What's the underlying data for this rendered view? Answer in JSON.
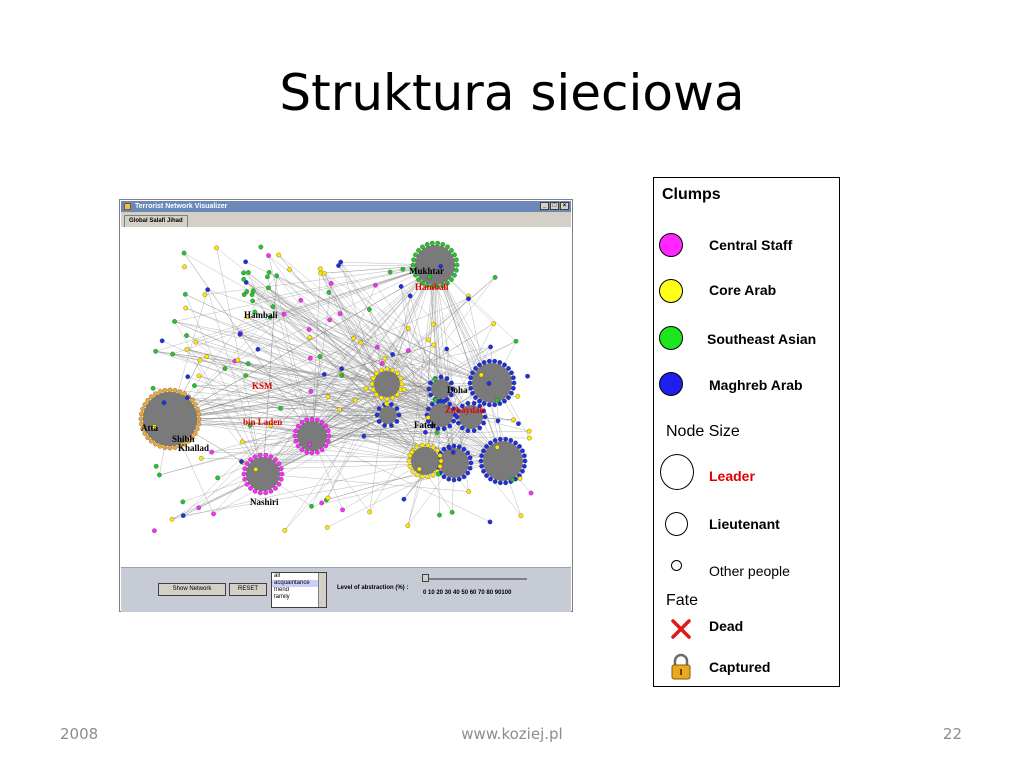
{
  "slide": {
    "title": "Struktura sieciowa",
    "footer_left": "2008",
    "footer_center": "www.koziej.pl",
    "footer_right": "22"
  },
  "window": {
    "title": "Terrorist Network Visualizer",
    "buttons": [
      "_",
      "□",
      "×"
    ],
    "tab": "Global Salafi Jihad",
    "controls": {
      "show_network": "Show Network",
      "reset": "RESET",
      "relationship_options": [
        "all",
        "acquaintance",
        "friend",
        "family"
      ],
      "abstraction_label": "Level of abstraction (%) :",
      "abstraction_ticks": "0  10 20 30 40 50 60 70 80 90100",
      "abstraction_level_percent": 0
    },
    "network_labels": {
      "mukhtar": "Mukhtar",
      "hambali_top": "Hambali",
      "hambali": "Hambali",
      "ksm": "KSM",
      "bin_laden": "bin Laden",
      "atta": "Atta",
      "shibh": "Shibh",
      "khallad": "Khallad",
      "nashiri": "Nashiri",
      "doha": "Doha",
      "zubaydah": "Zubaydah",
      "fateh": "Fateh"
    },
    "colors": {
      "leader_label": "#e00000",
      "edge": "#8a8a8a",
      "hub": "#7a7a7a",
      "central_staff": "#ff2aff",
      "core_arab": "#ffe800",
      "southeast_asian": "#22c52a",
      "maghreb_arab": "#1d2fe0"
    }
  },
  "legend": {
    "clumps_title": "Clumps",
    "clumps": [
      {
        "label": "Central Staff",
        "color": "#ff26ff"
      },
      {
        "label": "Core Arab",
        "color": "#ffff1a"
      },
      {
        "label": "Southeast Asian",
        "color": "#1ee61e"
      },
      {
        "label": "Maghreb Arab",
        "color": "#1e1ef0"
      }
    ],
    "node_size_title": "Node Size",
    "node_sizes": [
      {
        "label": "Leader",
        "color": "#e00000"
      },
      {
        "label": "Lieutenant",
        "color": "#000000"
      },
      {
        "label": "Other people",
        "color": "#000000"
      }
    ],
    "fate_title": "Fate",
    "fates": [
      {
        "label": "Dead",
        "icon": "red-x-icon"
      },
      {
        "label": "Captured",
        "icon": "padlock-icon"
      }
    ]
  }
}
